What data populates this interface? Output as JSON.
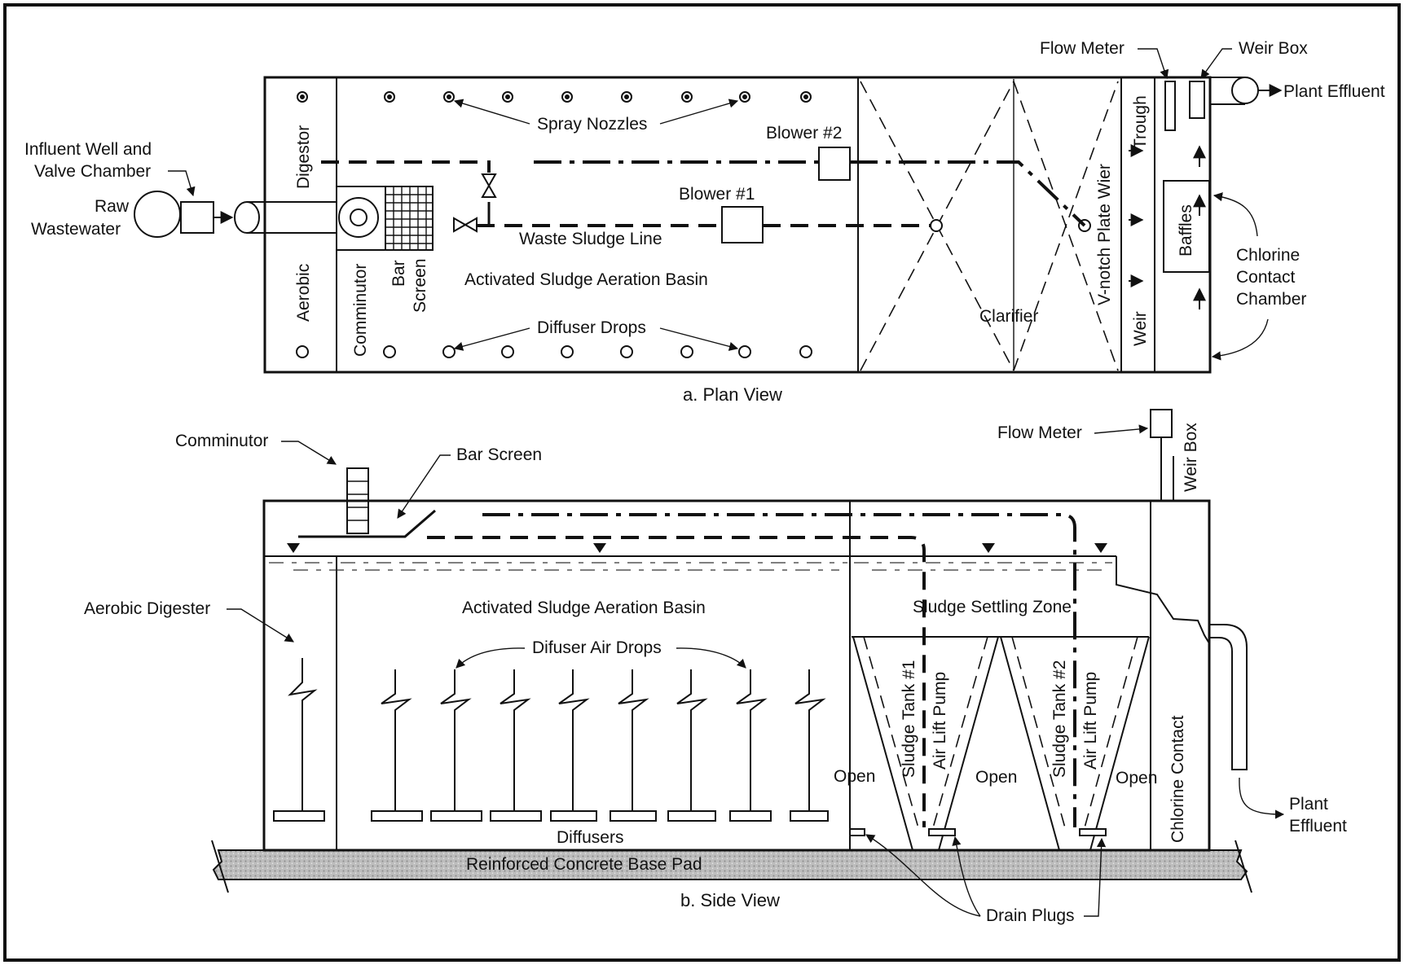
{
  "plan_view": {
    "caption": "a. Plan View",
    "labels": {
      "influent": "Influent Well and",
      "influent2": "Valve Chamber",
      "raw": "Raw",
      "raw2": "Wastewater",
      "digestor": "Digestor",
      "aerobic": "Aerobic",
      "comminutor": "Comminutor",
      "bar": "Bar",
      "screen": "Screen",
      "spray_nozzles": "Spray Nozzles",
      "blower2": "Blower #2",
      "blower1": "Blower #1",
      "waste_sludge": "Waste Sludge Line",
      "aeration_basin": "Activated Sludge Aeration Basin",
      "diffuser_drops": "Diffuser Drops",
      "clarifier": "Clarifier",
      "vnotch": "V-notch Plate Wier",
      "trough": "Trough",
      "weir": "Weir",
      "baffles": "Baffles",
      "flow_meter": "Flow Meter",
      "weir_box": "Weir Box",
      "plant_effluent": "Plant Effluent",
      "chlorine": "Chlorine",
      "contact": "Contact",
      "chamber": "Chamber"
    }
  },
  "side_view": {
    "caption": "b. Side View",
    "labels": {
      "comminutor": "Comminutor",
      "bar_screen": "Bar Screen",
      "flow_meter": "Flow Meter",
      "weir_box": "Weir Box",
      "aerobic_digester": "Aerobic Digester",
      "aeration_basin": "Activated Sludge Aeration Basin",
      "sludge_settling": "Sludge Settling Zone",
      "difuser_air_drops": "Difuser Air Drops",
      "diffusers": "Diffusers",
      "open1": "Open",
      "open2": "Open",
      "open3": "Open",
      "sludge_tank1": "Sludge Tank #1",
      "sludge_tank2": "Sludge Tank #2",
      "air_lift1": "Air Lift Pump",
      "air_lift2": "Air Lift Pump",
      "chlorine_contact": "Chlorine Contact",
      "plant": "Plant",
      "effluent": "Effluent",
      "base_pad": "Reinforced Concrete Base Pad",
      "drain_plugs": "Drain Plugs"
    }
  },
  "colors": {
    "line": "#111111",
    "pad": "#c8c8c8",
    "background": "#ffffff"
  }
}
